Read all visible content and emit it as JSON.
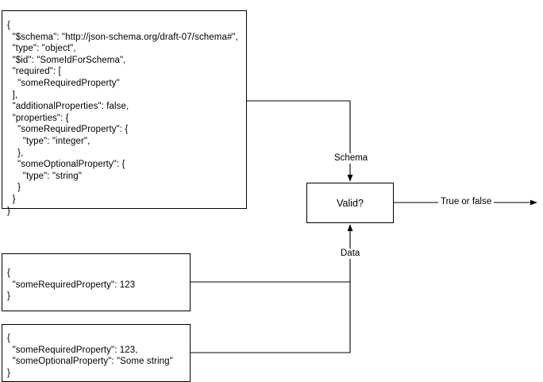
{
  "diagram": {
    "title": "JSON Schema validation flow",
    "background_color": "#ffffff",
    "stroke_color": "#000000",
    "nodes": {
      "schema_box": {
        "name": "schema-document",
        "code": "{\n  \"$schema\": \"http://json-schema.org/draft-07/schema#\",\n  \"type\": \"object\",\n  \"$id\": \"SomeIdForSchema\",\n  \"required\": [\n    \"someRequiredProperty\"\n  ],\n  \"additionalProperties\": false,\n  \"properties\": {\n    \"someRequiredProperty\": {\n      \"type\": \"integer\",\n    },\n    \"someOptionalProperty\": {\n      \"type\": \"string\"\n    }\n  }\n}"
      },
      "data_box_1": {
        "name": "data-instance-minimal",
        "code": "{\n  \"someRequiredProperty\": 123\n}"
      },
      "data_box_2": {
        "name": "data-instance-full",
        "code": "{\n  \"someRequiredProperty\": 123,\n  \"someOptionalProperty\": \"Some string\"\n}"
      },
      "validator_box": {
        "name": "validator",
        "label": "Valid?"
      }
    },
    "edges": {
      "schema_edge_label": "Schema",
      "data_edge_label": "Data",
      "result_edge_label": "True or false"
    }
  }
}
